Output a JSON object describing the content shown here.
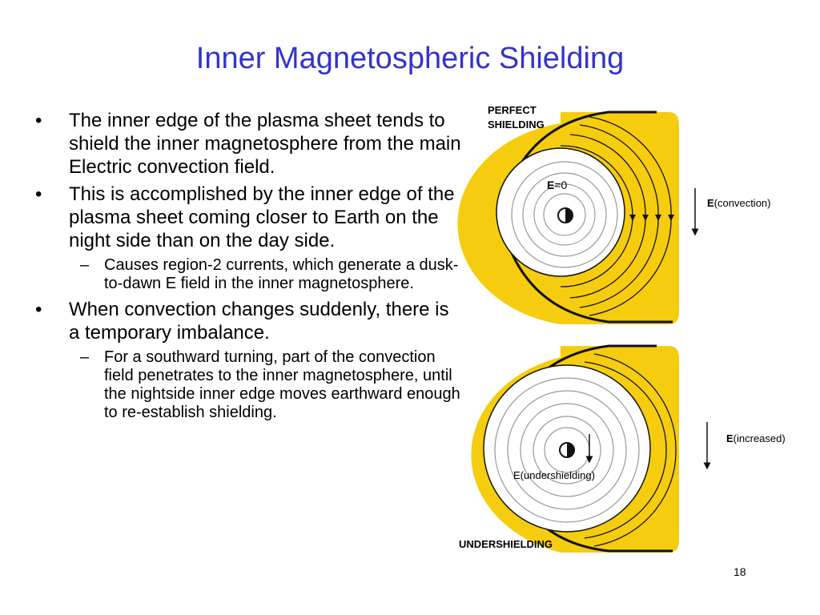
{
  "title": "Inner Magnetospheric Shielding",
  "bullets": [
    {
      "marker": "•",
      "text": "The inner edge of the plasma sheet tends to shield the inner magnetosphere from the main Electric convection field."
    },
    {
      "marker": "•",
      "text": "This is accomplished by the inner edge of the plasma sheet coming closer to Earth on the night side than on the day side.",
      "subs": [
        {
          "marker": "–",
          "text": "Causes region-2 currents, which generate a dusk-to-dawn E field in the inner magnetosphere."
        }
      ]
    },
    {
      "marker": "•",
      "text": "When convection changes suddenly, there is a temporary imbalance.",
      "subs": [
        {
          "marker": "–",
          "text": "For a southward turning, part of the convection field penetrates to the inner magnetosphere, until the nightside inner edge moves earthward enough to re-establish shielding."
        }
      ]
    }
  ],
  "diagram": {
    "top": {
      "label_line1": "PERFECT",
      "label_line2": "SHIELDING",
      "inner_field_bold": "E",
      "inner_field_rest": "=0",
      "field_bold": "E",
      "field_rest": "(convection)"
    },
    "bottom": {
      "label": "UNDERSHIELDING",
      "inner_field": "E(undershielding)",
      "field_bold": "E",
      "field_rest": "(increased)"
    },
    "colors": {
      "plasma_sheet": "#f5cc0e",
      "outline": "#111111",
      "circles": "#999999"
    }
  },
  "page_number": "18"
}
